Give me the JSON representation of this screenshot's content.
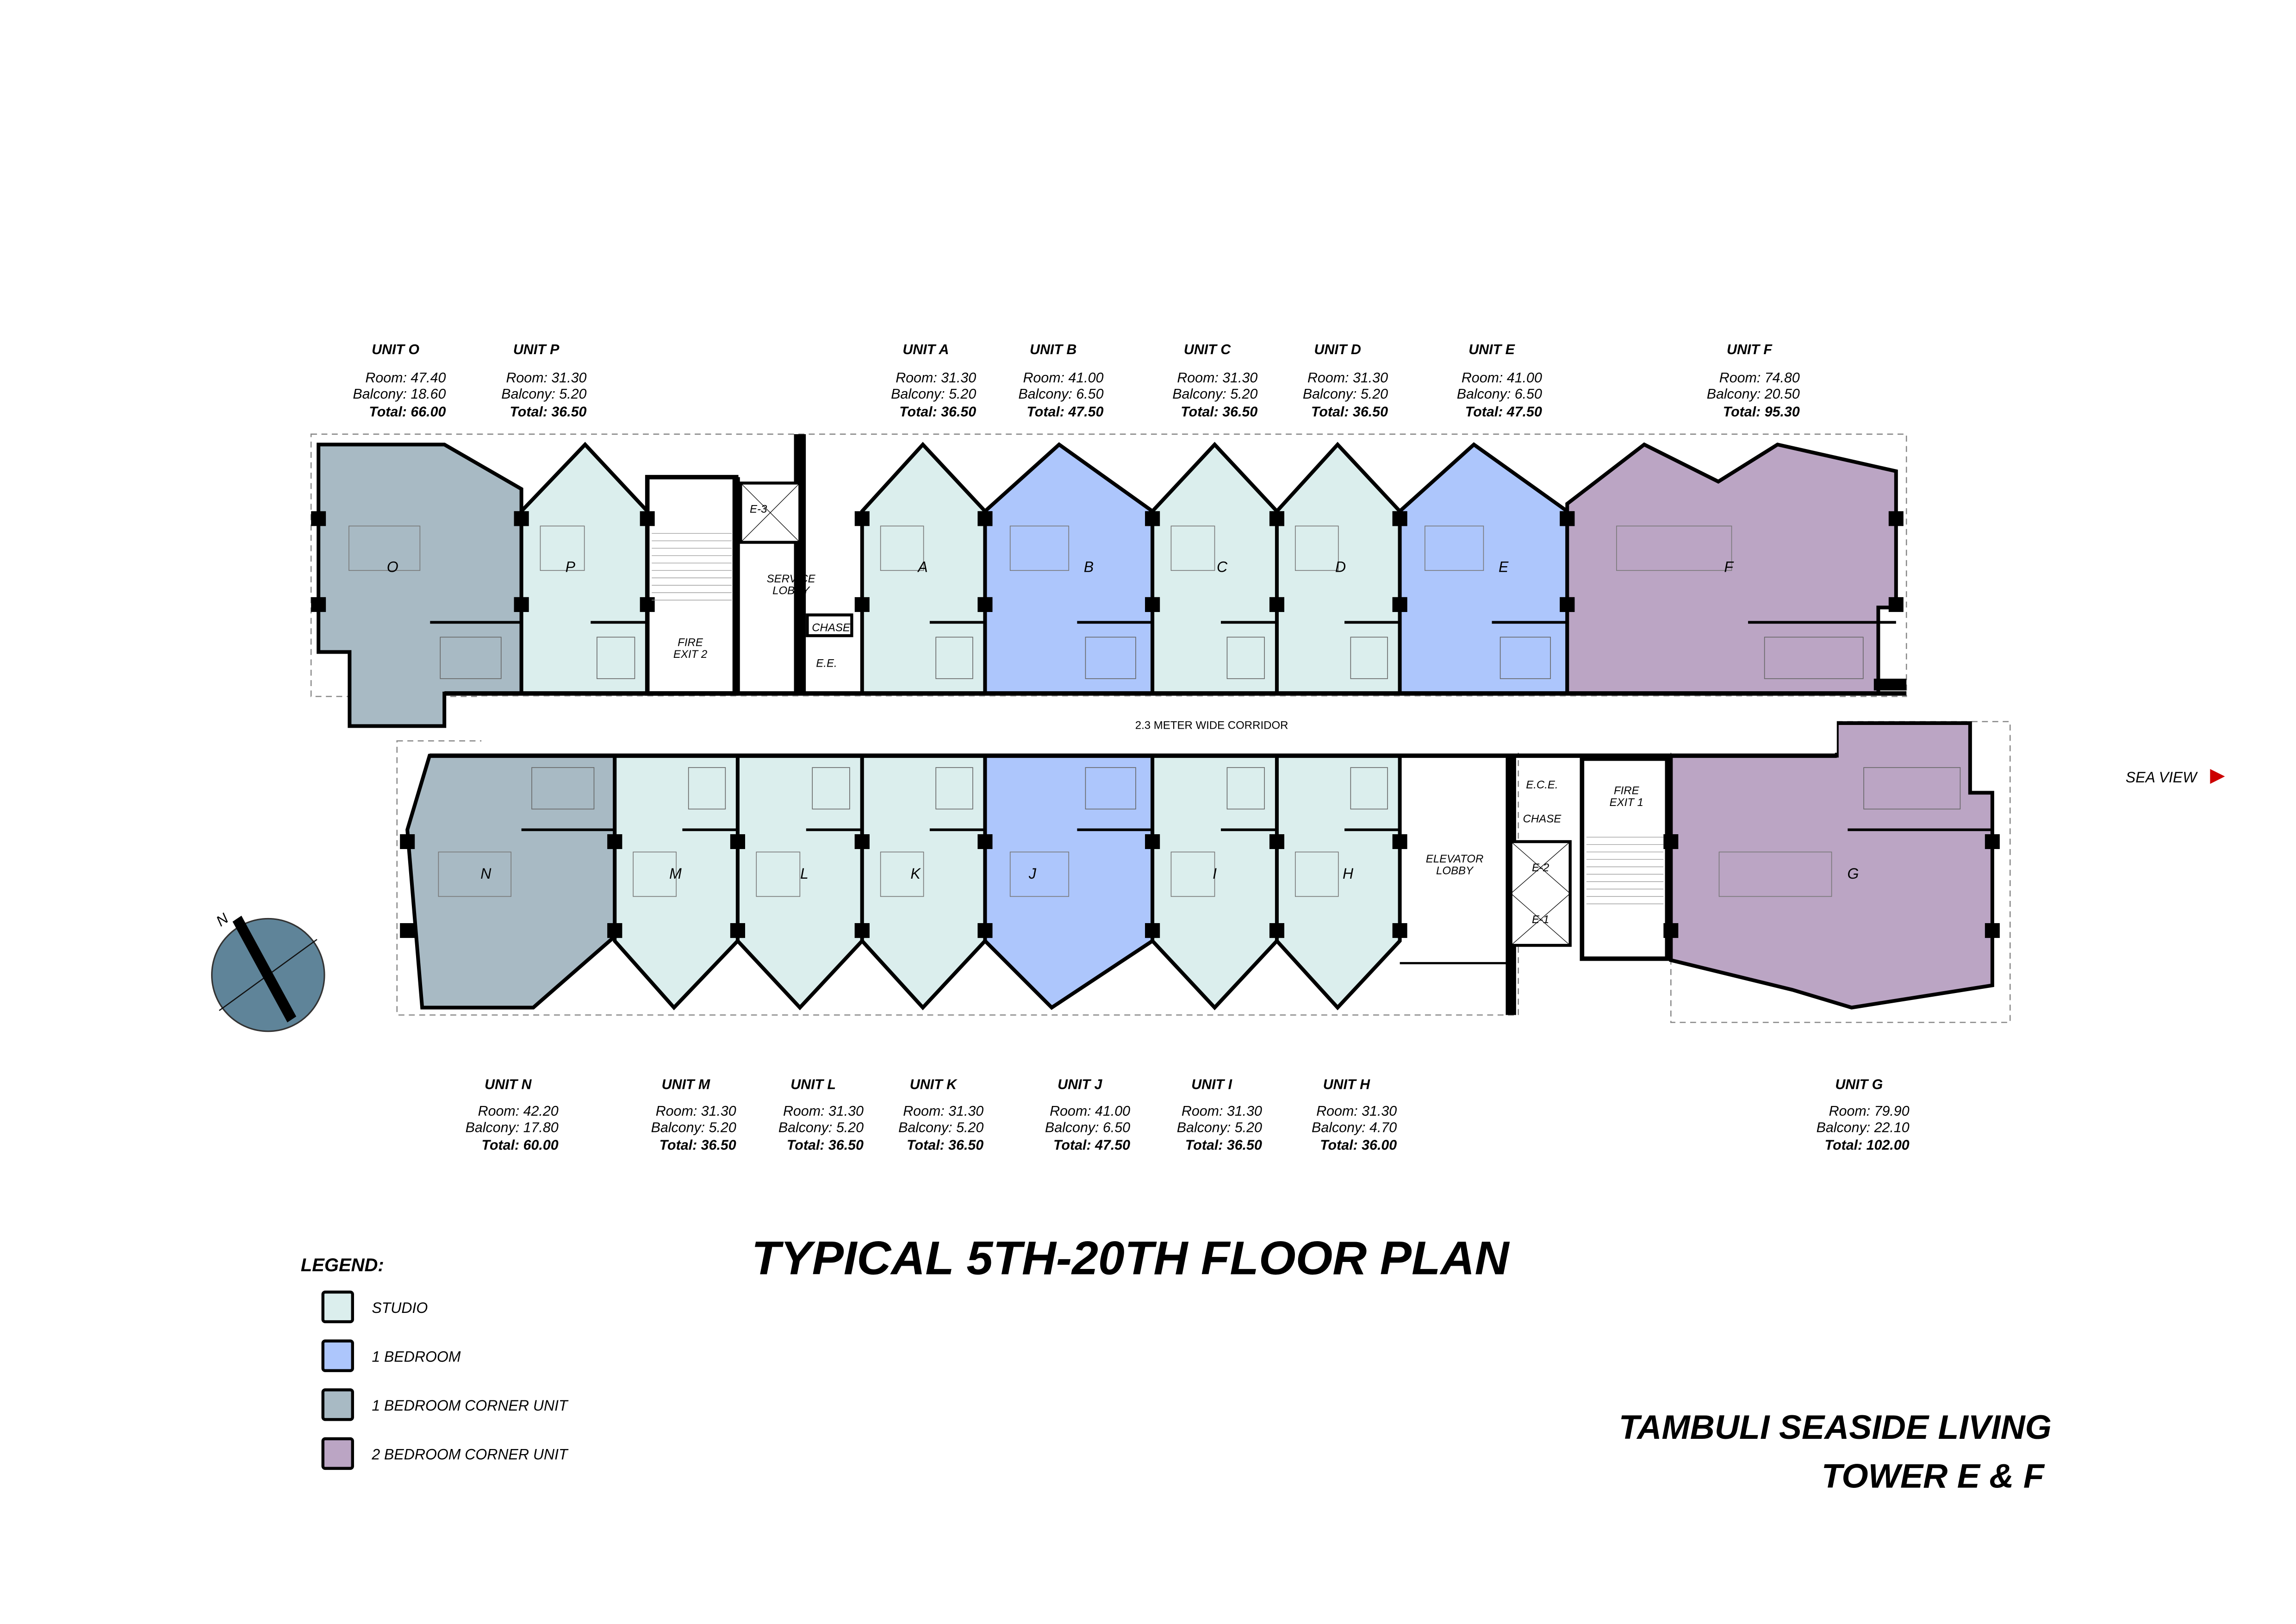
{
  "title": "TYPICAL 5TH-20TH FLOOR PLAN",
  "project": {
    "line1": "TAMBULI SEASIDE LIVING",
    "line2": "TOWER E & F"
  },
  "sea_view": {
    "label": "SEA VIEW",
    "arrow_color": "#cc0000"
  },
  "compass": {
    "label": "N",
    "color": "#5f8499"
  },
  "colors": {
    "studio": "#dbeeed",
    "one_bedroom": "#adc6fc",
    "one_bedroom_corner": "#a8bac4",
    "two_bedroom_corner": "#bba5c4"
  },
  "legend": {
    "heading": "LEGEND:",
    "items": [
      {
        "type": "studio",
        "label": "STUDIO"
      },
      {
        "type": "one_bedroom",
        "label": "1 BEDROOM"
      },
      {
        "type": "one_bedroom_corner",
        "label": "1 BEDROOM CORNER UNIT"
      },
      {
        "type": "two_bedroom_corner",
        "label": "2 BEDROOM CORNER UNIT"
      }
    ]
  },
  "labels": {
    "corridor": "2.3 METER WIDE CORRIDOR",
    "service_lobby": [
      "SERVICE",
      "LOBBY"
    ],
    "fire_exit_2": [
      "FIRE",
      "EXIT 2"
    ],
    "fire_exit_1": [
      "FIRE",
      "EXIT 1"
    ],
    "elevator_lobby": [
      "ELEVATOR",
      "LOBBY"
    ],
    "e3": "E-3",
    "e2": "E-2",
    "e1": "E-1",
    "chase_top": "CHASE",
    "chase_bottom": "CHASE",
    "ee": "E.E.",
    "ece": "E.C.E."
  },
  "units": [
    {
      "id": "O",
      "name": "UNIT O",
      "type": "one_bedroom_corner",
      "room": "Room: 47.40",
      "balcony": "Balcony: 18.60",
      "total": "Total: 66.00"
    },
    {
      "id": "P",
      "name": "UNIT P",
      "type": "studio",
      "room": "Room: 31.30",
      "balcony": "Balcony:   5.20",
      "total": "Total: 36.50"
    },
    {
      "id": "A",
      "name": "UNIT A",
      "type": "studio",
      "room": "Room: 31.30",
      "balcony": "Balcony:   5.20",
      "total": "Total: 36.50"
    },
    {
      "id": "B",
      "name": "UNIT B",
      "type": "one_bedroom",
      "room": "Room: 41.00",
      "balcony": "Balcony:   6.50",
      "total": "Total: 47.50"
    },
    {
      "id": "C",
      "name": "UNIT C",
      "type": "studio",
      "room": "Room: 31.30",
      "balcony": "Balcony:   5.20",
      "total": "Total: 36.50"
    },
    {
      "id": "D",
      "name": "UNIT D",
      "type": "studio",
      "room": "Room: 31.30",
      "balcony": "Balcony:   5.20",
      "total": "Total: 36.50"
    },
    {
      "id": "E",
      "name": "UNIT E",
      "type": "one_bedroom",
      "room": "Room: 41.00",
      "balcony": "Balcony:   6.50",
      "total": "Total: 47.50"
    },
    {
      "id": "F",
      "name": "UNIT F",
      "type": "two_bedroom_corner",
      "room": "Room: 74.80",
      "balcony": "Balcony: 20.50",
      "total": "Total: 95.30"
    },
    {
      "id": "N",
      "name": "UNIT N",
      "type": "one_bedroom_corner",
      "room": "Room: 42.20",
      "balcony": "Balcony: 17.80",
      "total": "Total: 60.00"
    },
    {
      "id": "M",
      "name": "UNIT M",
      "type": "studio",
      "room": "Room: 31.30",
      "balcony": "Balcony:   5.20",
      "total": "Total: 36.50"
    },
    {
      "id": "L",
      "name": "UNIT L",
      "type": "studio",
      "room": "Room: 31.30",
      "balcony": "Balcony:   5.20",
      "total": "Total: 36.50"
    },
    {
      "id": "K",
      "name": "UNIT K",
      "type": "studio",
      "room": "Room: 31.30",
      "balcony": "Balcony:   5.20",
      "total": "Total: 36.50"
    },
    {
      "id": "J",
      "name": "UNIT J",
      "type": "one_bedroom",
      "room": "Room: 41.00",
      "balcony": "Balcony:   6.50",
      "total": "Total: 47.50"
    },
    {
      "id": "I",
      "name": "UNIT I",
      "type": "studio",
      "room": "Room: 31.30",
      "balcony": "Balcony:   5.20",
      "total": "Total: 36.50"
    },
    {
      "id": "H",
      "name": "UNIT H",
      "type": "studio",
      "room": "Room: 31.30",
      "balcony": "Balcony:   4.70",
      "total": "Total: 36.00"
    },
    {
      "id": "G",
      "name": "UNIT G",
      "type": "two_bedroom_corner",
      "room": "Room:   79.90",
      "balcony": "Balcony:  22.10",
      "total": "Total: 102.00"
    }
  ]
}
